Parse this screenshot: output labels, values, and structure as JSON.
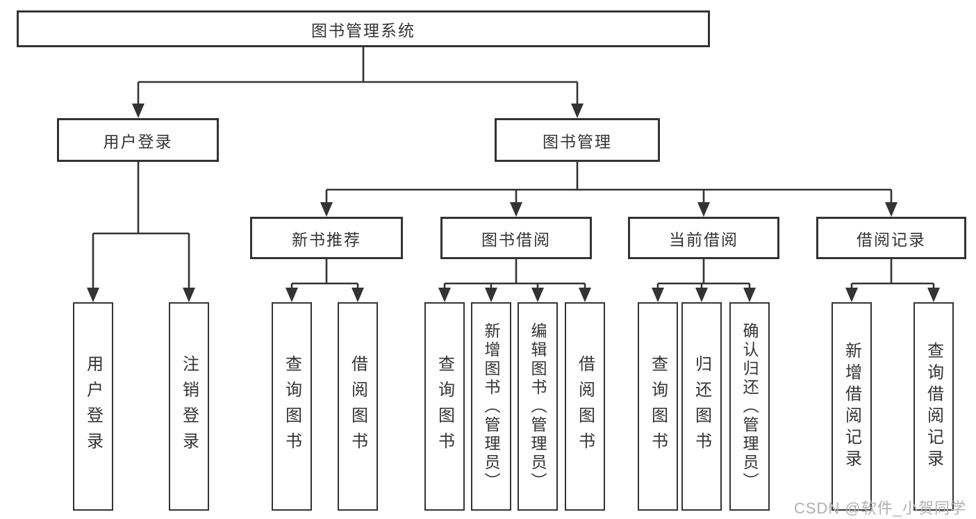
{
  "diagram": {
    "title": "图书管理系统",
    "nodes": {
      "root": "图书管理系统",
      "user_login": "用户登录",
      "book_mgmt": "图书管理",
      "new_book_rec": "新书推荐",
      "book_borrow": "图书借阅",
      "current_borrow": "当前借阅",
      "borrow_record": "借阅记录",
      "ul_login": "用户登录",
      "ul_logout": "注销登录",
      "nr_query": "查询图书",
      "nr_borrow": "借阅图书",
      "bb_query": "查询图书",
      "bb_add": "新增图书（管理员）",
      "bb_edit": "编辑图书（管理员）",
      "bb_borrow": "借阅图书",
      "cb_query": "查询图书",
      "cb_return": "归还图书",
      "cb_confirm": "确认归还（管理员）",
      "br_add": "新增借阅记录",
      "br_query": "查询借阅记录"
    },
    "colors": {
      "line": "#333333",
      "node_border": "#333333",
      "node_fill": "#ffffff",
      "text": "#333333",
      "watermark_text": "#b0b0b0",
      "background": "#ffffff"
    }
  },
  "watermark": "CSDN @软件_小贺同学"
}
